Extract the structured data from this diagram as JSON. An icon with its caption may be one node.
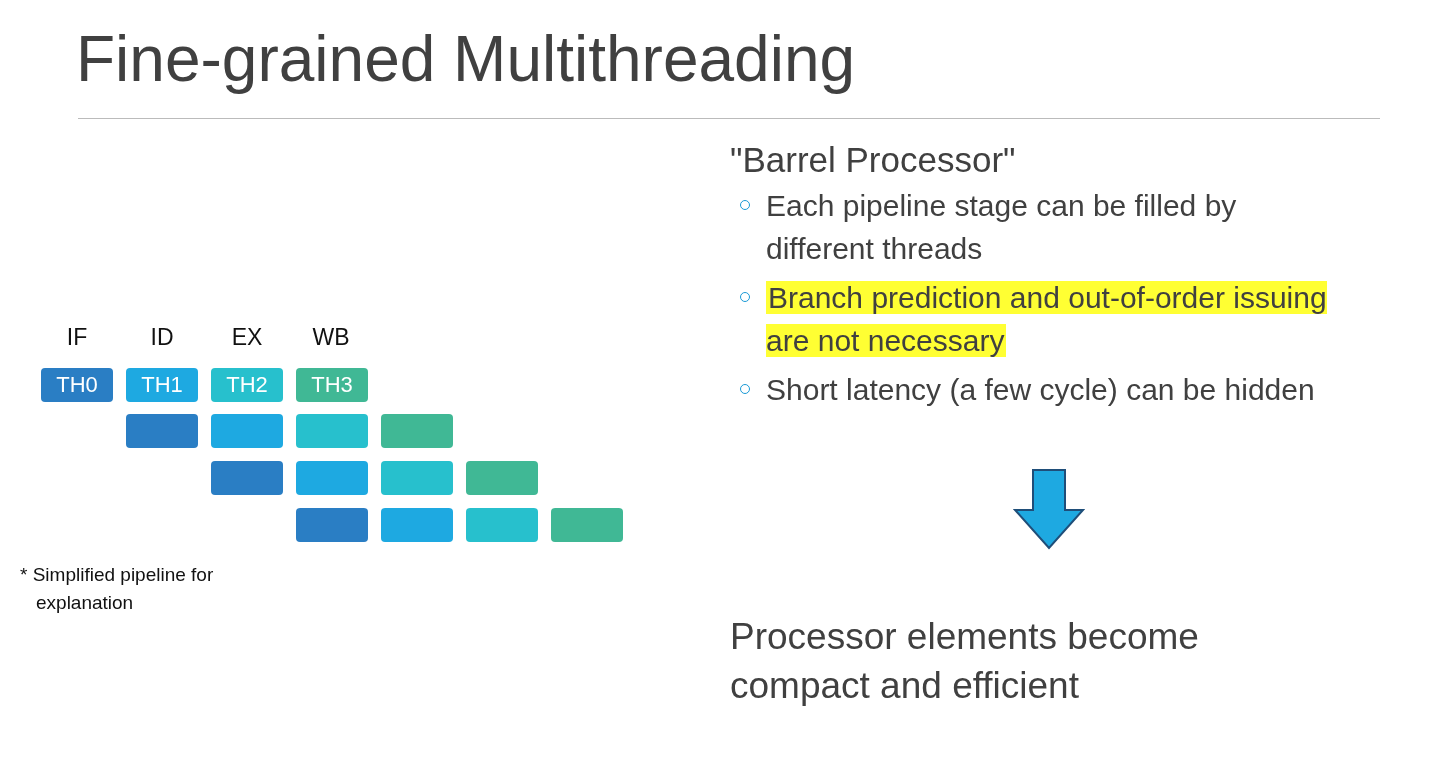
{
  "diagram": {
    "title": "Fine-grained Multithreading",
    "nodes": [
      {
        "text": [
          "TH0"
        ]
      },
      {
        "text": [
          "TH1"
        ]
      },
      {
        "text": [
          "TH2"
        ]
      },
      {
        "text": [
          "TH3"
        ]
      },
      {
        "text": [],
        "shape": "box"
      },
      {
        "text": [],
        "shape": "box"
      },
      {
        "text": [],
        "shape": "box"
      },
      {
        "text": [],
        "shape": "box"
      },
      {
        "text": [],
        "shape": "box"
      },
      {
        "text": [],
        "shape": "box"
      },
      {
        "text": [],
        "shape": "box"
      },
      {
        "text": [],
        "shape": "box"
      },
      {
        "text": [],
        "shape": "box"
      },
      {
        "text": [],
        "shape": "box"
      },
      {
        "text": [],
        "shape": "box"
      },
      {
        "text": [],
        "shape": "box"
      },
      {
        "text": [
          "\"Barrel Processor\"",
          "Each pipeline stage can be filled by different threads",
          "Branch prediction and out-of-order issuing are not necessary",
          "Short latency (a few cycle) can be hidden"
        ]
      },
      {
        "text": [
          "Processor elements become compact and efficient"
        ]
      }
    ],
    "edges": [
      {
        "from": 16,
        "to": 17,
        "arrow": "to",
        "style": "thick"
      }
    ],
    "labels": [
      "IF",
      "ID",
      "EX",
      "WB",
      "* Simplified pipeline for explanation"
    ]
  }
}
